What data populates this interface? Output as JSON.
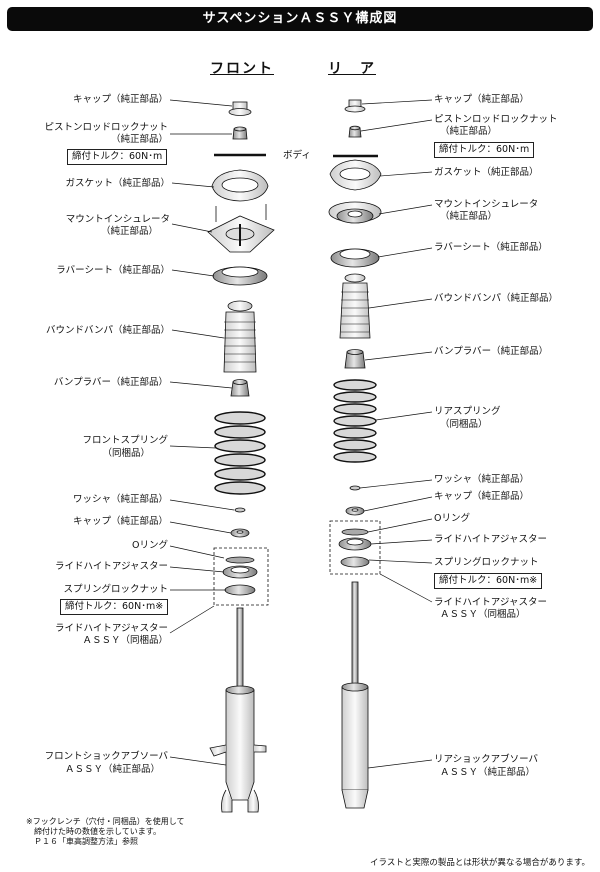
{
  "title": "サスペンションＡＳＳＹ構成図",
  "headers": {
    "front": "フロント",
    "rear": "リ　ア"
  },
  "body_label": "ボディ",
  "front_labels": {
    "cap": "キャップ（純正部品）",
    "piston_nut_1": "ピストンロッドロックナット",
    "piston_nut_2": "（純正部品）",
    "torque_piston": "締付トルク：60N･m",
    "gasket": "ガスケット（純正部品）",
    "mount_1": "マウントインシュレータ",
    "mount_2": "（純正部品）",
    "rubber_seat": "ラバーシート（純正部品）",
    "bound_bumper": "バウンドバンパ（純正部品）",
    "bump_rubber": "バンプラバー（純正部品）",
    "spring_1": "フロントスプリング",
    "spring_2": "（同梱品）",
    "washer": "ワッシャ（純正部品）",
    "cap2": "キャップ（純正部品）",
    "oring": "Oリング",
    "adjuster": "ライドハイトアジャスター",
    "lock_nut": "スプリングロックナット",
    "torque_lock": "締付トルク：60N･m※",
    "assy_1": "ライドハイトアジャスター",
    "assy_2": "ＡＳＳＹ（同梱品）",
    "shock_1": "フロントショックアブソーバ",
    "shock_2": "ＡＳＳＹ（純正部品）"
  },
  "rear_labels": {
    "cap": "キャップ（純正部品）",
    "piston_nut_1": "ピストンロッドロックナット",
    "piston_nut_2": "（純正部品）",
    "torque_piston": "締付トルク：60N･m",
    "gasket": "ガスケット（純正部品）",
    "mount_1": "マウントインシュレータ",
    "mount_2": "（純正部品）",
    "rubber_seat": "ラバーシート（純正部品）",
    "bound_bumper": "バウンドバンパ（純正部品）",
    "bump_rubber": "バンプラバー（純正部品）",
    "spring_1": "リアスプリング",
    "spring_2": "（同梱品）",
    "washer": "ワッシャ（純正部品）",
    "cap2": "キャップ（純正部品）",
    "oring": "Oリング",
    "adjuster": "ライドハイトアジャスター",
    "lock_nut": "スプリングロックナット",
    "torque_lock": "締付トルク：60N･m※",
    "assy_1": "ライドハイトアジャスター",
    "assy_2": "ＡＳＳＹ（同梱品）",
    "shock_1": "リアショックアブソーバ",
    "shock_2": "ＡＳＳＹ（純正部品）"
  },
  "note": {
    "line1": "※フックレンチ（穴付・同梱品）を使用して",
    "line2": "締付けた時の数値を示しています。",
    "line3": "Ｐ１６「車高調整方法」参照"
  },
  "footer": "イラストと実際の製品とは形状が異なる場合があります。"
}
